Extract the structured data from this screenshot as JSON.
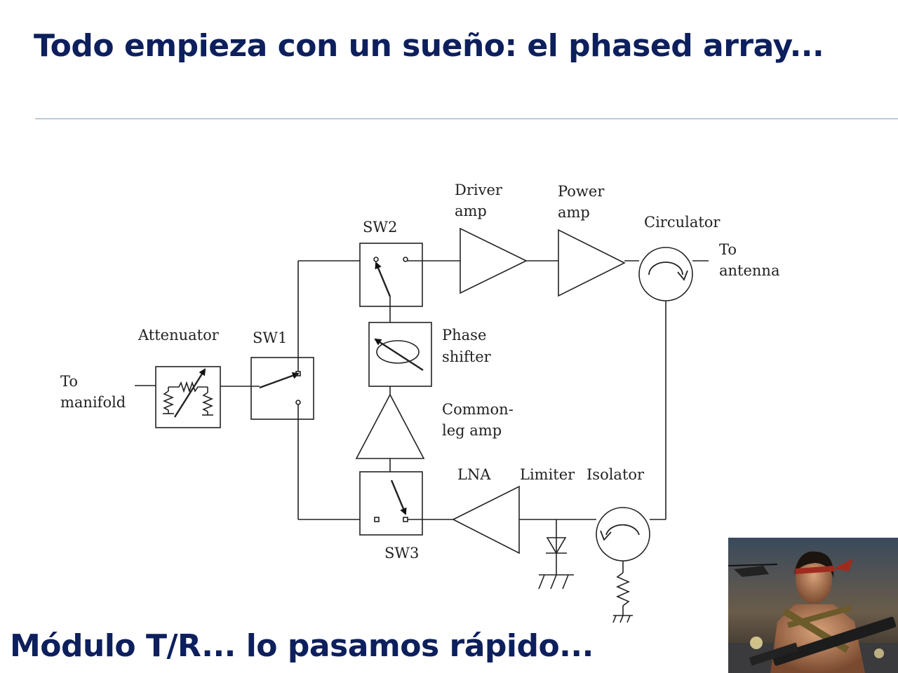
{
  "slide": {
    "title": "Todo empieza con un sueño: el phased array...",
    "footer": "Módulo T/R... lo pasamos rápido..."
  },
  "diagram": {
    "labels": {
      "to_manifold_1": "To",
      "to_manifold_2": "manifold",
      "attenuator": "Attenuator",
      "sw1": "SW1",
      "sw2": "SW2",
      "sw3": "SW3",
      "phase_shifter_1": "Phase",
      "phase_shifter_2": "shifter",
      "common_leg_1": "Common-",
      "common_leg_2": "leg amp",
      "driver_1": "Driver",
      "driver_2": "amp",
      "power_1": "Power",
      "power_2": "amp",
      "circulator": "Circulator",
      "to_antenna_1": "To",
      "to_antenna_2": "antenna",
      "lna": "LNA",
      "limiter": "Limiter",
      "isolator": "Isolator"
    }
  },
  "colors": {
    "title": "#0d1f5c",
    "rule": "#7fa2bd",
    "line": "#222222"
  },
  "photo": {
    "icon": "poster-photo-icon"
  }
}
